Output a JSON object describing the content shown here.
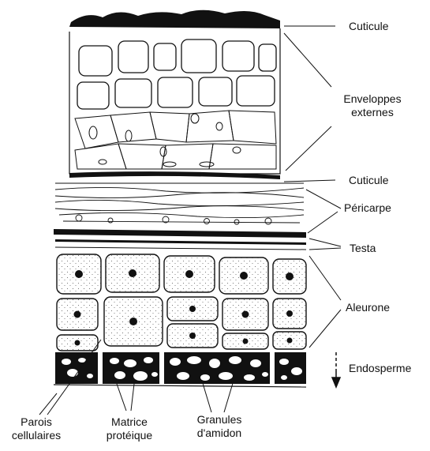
{
  "labels": {
    "cuticule_top": "Cuticule",
    "enveloppes_1": "Enveloppes",
    "enveloppes_2": "externes",
    "cuticule_mid": "Cuticule",
    "pericarpe": "Péricarpe",
    "testa": "Testa",
    "aleurone": "Aleurone",
    "endosperme": "Endosperme",
    "parois_1": "Parois",
    "parois_2": "cellulaires",
    "matrice_1": "Matrice",
    "matrice_2": "protéique",
    "granules_1": "Granules",
    "granules_2": "d'amidon"
  },
  "colors": {
    "ink": "#111111",
    "paper": "#ffffff",
    "stipple": "#555555"
  }
}
